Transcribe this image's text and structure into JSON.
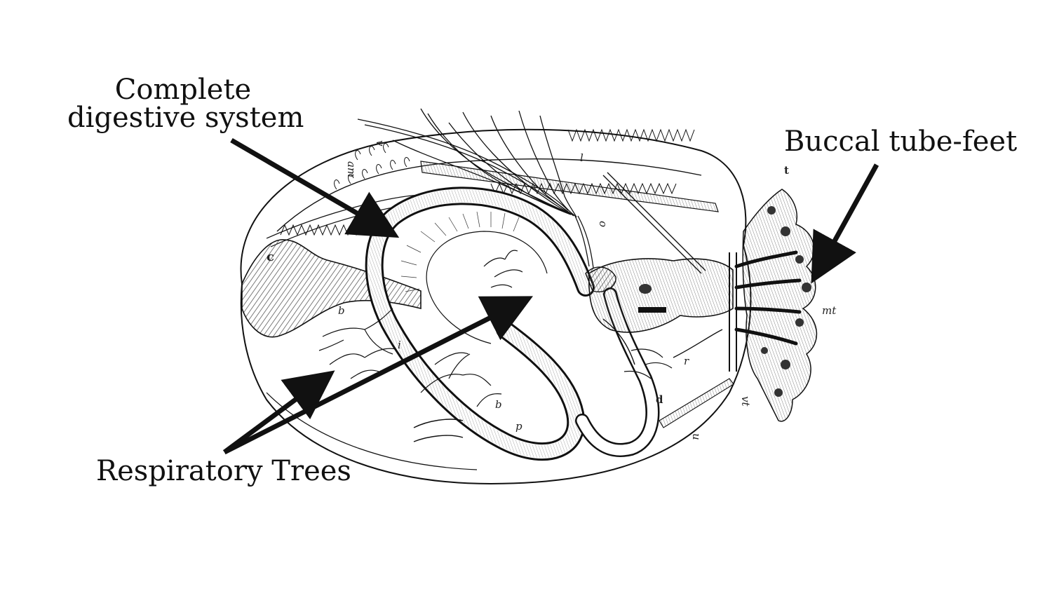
{
  "labels": {
    "digestive_line1": "Complete",
    "digestive_line2": "digestive system",
    "buccal": "Buccal tube-feet",
    "respiratory": "Respiratory Trees"
  },
  "drawing_letters": {
    "am": "am",
    "v": "v",
    "l": "l",
    "c": "c",
    "i": "i",
    "b": "b",
    "d": "d",
    "p": "p",
    "t": "t",
    "mt": "mt",
    "u": "u",
    "o": "o",
    "r": "r",
    "vt": "vt"
  },
  "colors": {
    "ink": "#111111",
    "background": "#ffffff",
    "tissue_dark": "#555555"
  }
}
